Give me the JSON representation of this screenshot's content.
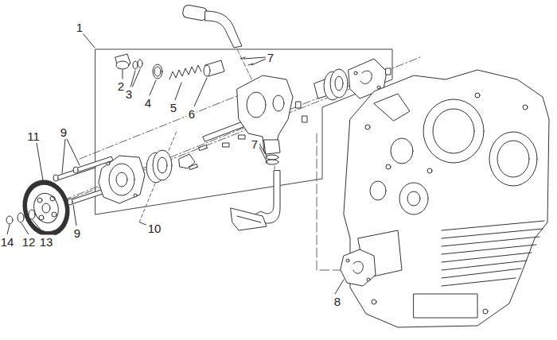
{
  "diagram": {
    "labels": [
      "1",
      "7",
      "2",
      "3",
      "4",
      "5",
      "6",
      "7",
      "11",
      "9",
      "9",
      "10",
      "14",
      "12",
      "13",
      "8"
    ]
  }
}
